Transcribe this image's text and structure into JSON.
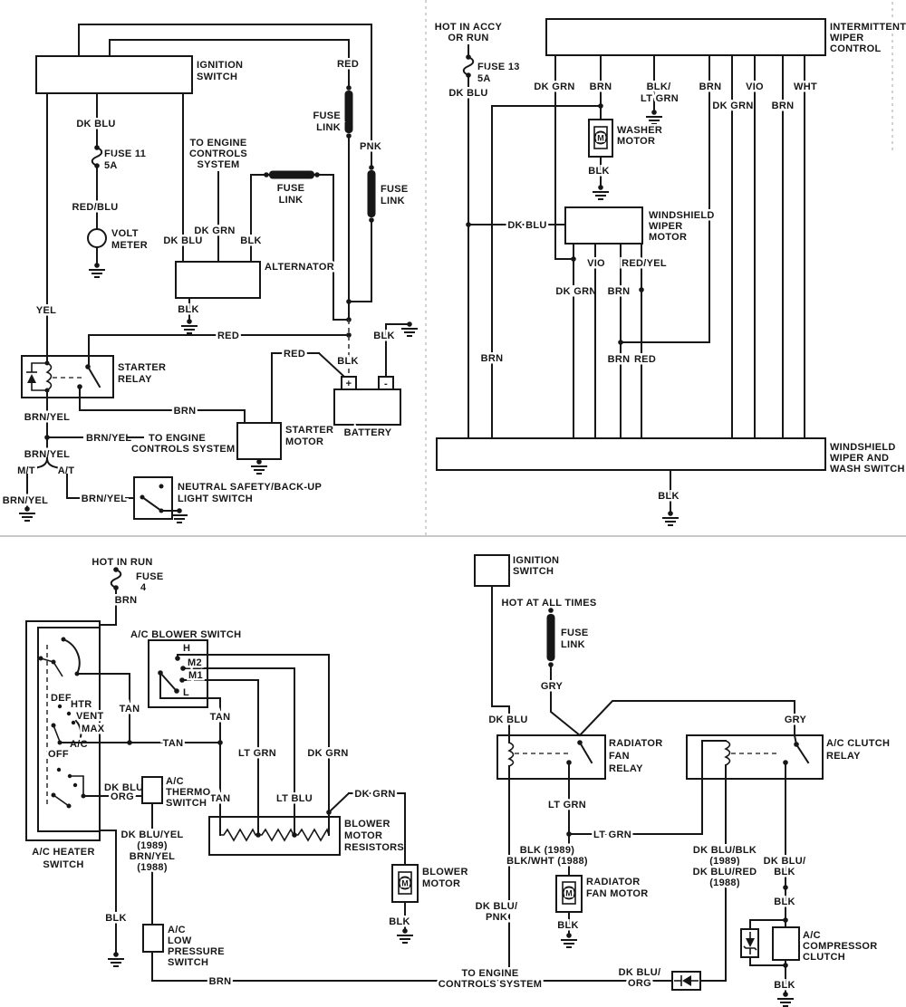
{
  "w": {
    "blk": "BLK",
    "brn": "BRN",
    "red": "RED",
    "yel": "YEL",
    "tan": "TAN",
    "vio": "VIO",
    "wht": "WHT",
    "org": "ORG",
    "gry": "GRY",
    "pnk": "PNK",
    "dk_blu": "DK BLU",
    "dk_grn": "DK GRN",
    "lt_grn": "LT GRN",
    "lt_blu": "LT BLU",
    "red_blu": "RED/BLU",
    "brn_yel": "BRN/YEL",
    "red_yel": "RED/YEL",
    "blk_slash": "BLK/",
    "dk_blu_slash": "DK BLU/",
    "blk_1989": "BLK (1989)",
    "blk_wht_1988": "BLK/WHT (1988)",
    "dk_blu_yel": "DK BLU/YEL",
    "dk_blu_blk": "DK BLU/BLK",
    "dk_blu_red": "DK BLU/RED",
    "y1989": "(1989)",
    "y1988": "(1988)"
  },
  "c": {
    "ignition": [
      "IGNITION",
      "SWITCH"
    ],
    "fuse_link": [
      "FUSE",
      "LINK"
    ],
    "volt_meter": [
      "VOLT",
      "METER"
    ],
    "alternator": "ALTERNATOR",
    "starter_relay": [
      "STARTER",
      "RELAY"
    ],
    "starter_motor": [
      "STARTER",
      "MOTOR"
    ],
    "battery": "BATTERY",
    "neutral": [
      "NEUTRAL SAFETY/BACK-UP",
      "LIGHT SWITCH"
    ],
    "intermittent": [
      "INTERMITTENT",
      "WIPER",
      "CONTROL"
    ],
    "washer": [
      "WASHER",
      "MOTOR"
    ],
    "wiper_motor": [
      "WINDSHIELD",
      "WIPER",
      "MOTOR"
    ],
    "wash_switch": [
      "WINDSHIELD",
      "WIPER AND",
      "WASH SWITCH"
    ],
    "blower_switch": "A/C BLOWER SWITCH",
    "heater_switch": [
      "A/C HEATER",
      "SWITCH"
    ],
    "thermo": [
      "A/C",
      "THERMO",
      "SWITCH"
    ],
    "low_pressure": [
      "A/C",
      "LOW",
      "PRESSURE",
      "SWITCH"
    ],
    "resistors": [
      "BLOWER",
      "MOTOR",
      "RESISTORS"
    ],
    "blower_motor": [
      "BLOWER",
      "MOTOR"
    ],
    "rad_relay": [
      "RADIATOR",
      "FAN",
      "RELAY"
    ],
    "ac_relay": [
      "A/C CLUTCH",
      "RELAY"
    ],
    "fan_motor": [
      "RADIATOR",
      "FAN MOTOR"
    ],
    "compressor": [
      "A/C",
      "COMPRESSOR",
      "CLUTCH"
    ]
  },
  "f": {
    "hot_accy": [
      "HOT IN ACCY",
      "OR RUN"
    ],
    "hot_run": "HOT IN RUN",
    "hot_all": "HOT AT ALL TIMES",
    "fuse11": "FUSE 11",
    "fuse13": "FUSE 13",
    "fuse": "FUSE",
    "n4": "4",
    "a5": "5A"
  },
  "e": {
    "to_engine3": [
      "TO ENGINE",
      "CONTROLS",
      "SYSTEM"
    ],
    "to_engine2": [
      "TO ENGINE",
      "CONTROLS SYSTEM"
    ]
  },
  "p": {
    "h": "H",
    "m2": "M2",
    "m1": "M1",
    "l": "L",
    "def": "DEF",
    "htr": "HTR",
    "vent": "VENT",
    "max": "MAX",
    "ac": "A/C",
    "off": "OFF",
    "mt": "M/T",
    "at": "A/T",
    "plus": "+",
    "minus": "-",
    "m": "M"
  },
  "colors": {
    "line": "#161616",
    "background": "#ffffff",
    "divider": "#b5b5b5"
  }
}
